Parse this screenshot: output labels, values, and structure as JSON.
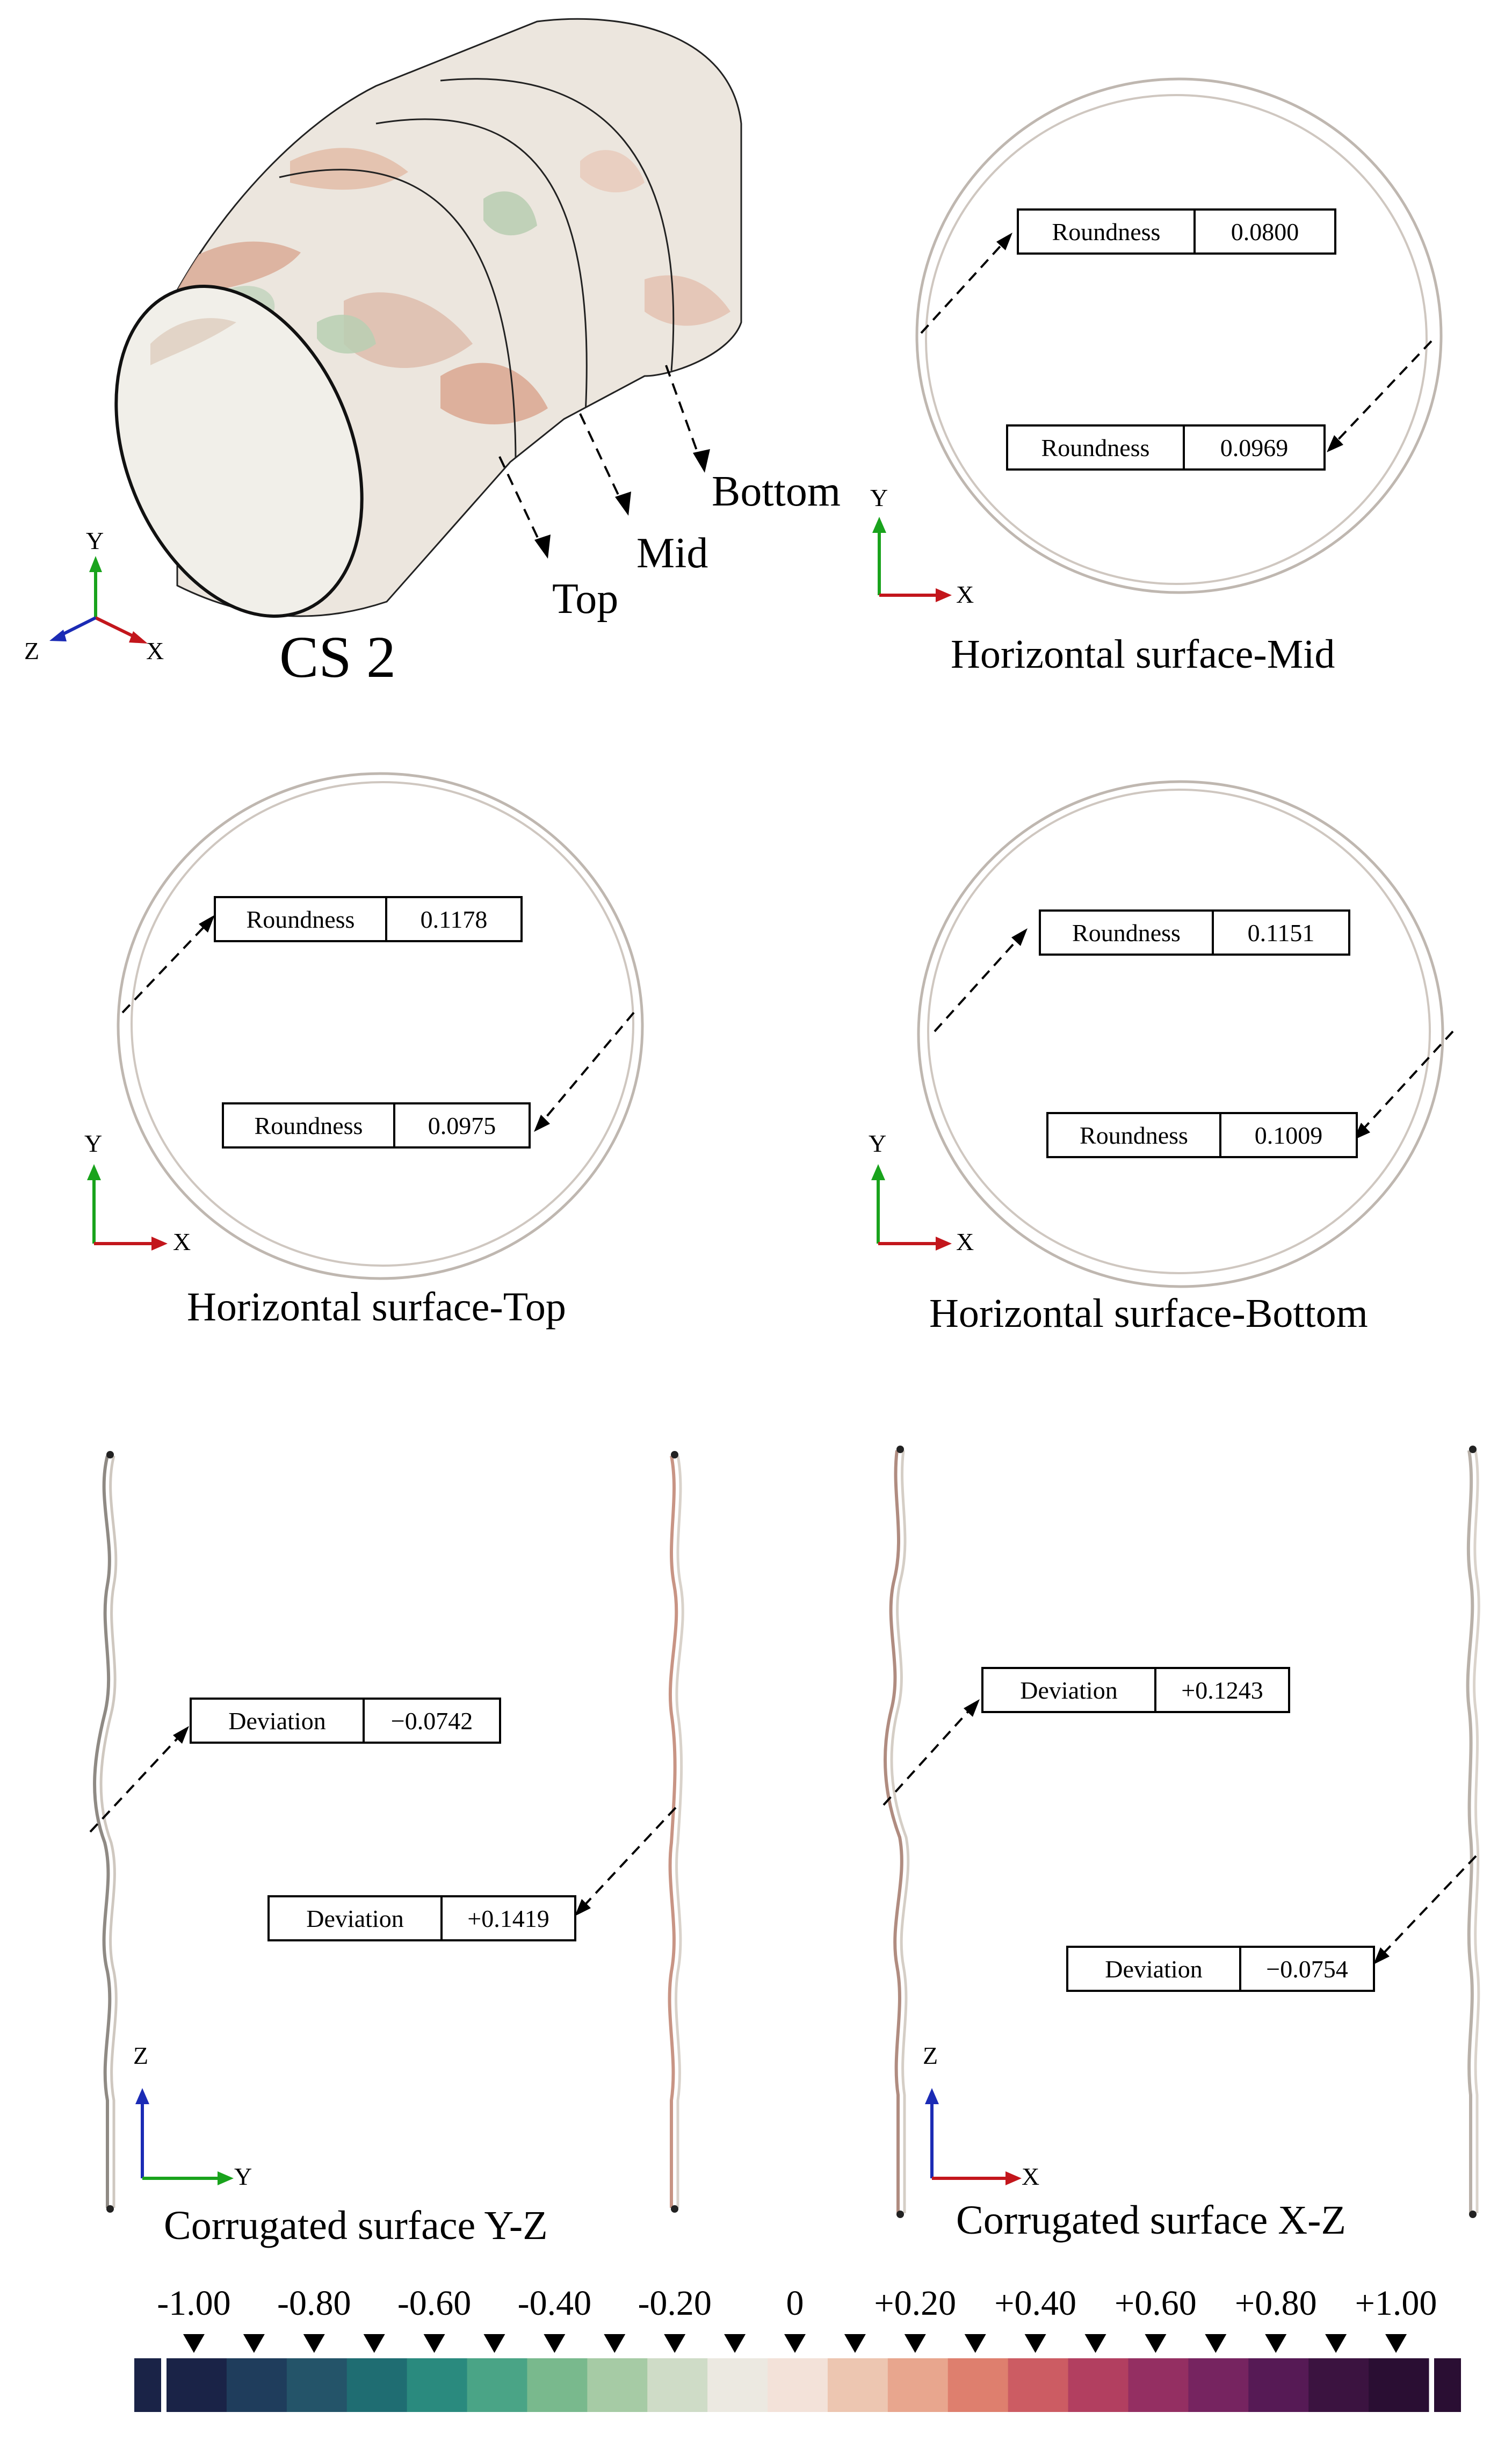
{
  "cylinder": {
    "title": "CS 2",
    "parts": {
      "bottom": "Bottom",
      "mid": "Mid",
      "top": "Top"
    },
    "axes": {
      "y": "Y",
      "z": "Z",
      "x": "X"
    }
  },
  "mid_panel": {
    "caption": "Horizontal surface-Mid",
    "box1": {
      "key": "Roundness",
      "value": "0.0800"
    },
    "box2": {
      "key": "Roundness",
      "value": "0.0969"
    },
    "axes": {
      "y": "Y",
      "x": "X"
    }
  },
  "top_panel": {
    "caption": "Horizontal surface-Top",
    "box1": {
      "key": "Roundness",
      "value": "0.1178"
    },
    "box2": {
      "key": "Roundness",
      "value": "0.0975"
    },
    "axes": {
      "y": "Y",
      "x": "X"
    }
  },
  "bottom_panel": {
    "caption": "Horizontal surface-Bottom",
    "box1": {
      "key": "Roundness",
      "value": "0.1151"
    },
    "box2": {
      "key": "Roundness",
      "value": "0.1009"
    },
    "axes": {
      "y": "Y",
      "x": "X"
    }
  },
  "yz_panel": {
    "caption": "Corrugated surface Y-Z",
    "box1": {
      "key": "Deviation",
      "value": "−0.0742"
    },
    "box2": {
      "key": "Deviation",
      "value": "+0.1419"
    },
    "axes": {
      "z": "Z",
      "y": "Y"
    }
  },
  "xz_panel": {
    "caption": "Corrugated surface X-Z",
    "box1": {
      "key": "Deviation",
      "value": "+0.1243"
    },
    "box2": {
      "key": "Deviation",
      "value": "−0.0754"
    },
    "axes": {
      "z": "Z",
      "x": "X"
    }
  },
  "colorbar": {
    "ticks": [
      "-1.00",
      "-0.80",
      "-0.60",
      "-0.40",
      "-0.20",
      "0",
      "+0.20",
      "+0.40",
      "+0.60",
      "+0.80",
      "+1.00"
    ],
    "colors": [
      "#1a2347",
      "#1f3d5c",
      "#245469",
      "#1f6d72",
      "#2a8a7e",
      "#4aa486",
      "#79b98d",
      "#a6cba5",
      "#cfdcc7",
      "#ece9e1",
      "#f3e2d9",
      "#edc6b1",
      "#e8a68e",
      "#de7f6e",
      "#cc5c63",
      "#b23f60",
      "#942f62",
      "#762460",
      "#561a55",
      "#3b1340",
      "#2a0e33"
    ]
  }
}
